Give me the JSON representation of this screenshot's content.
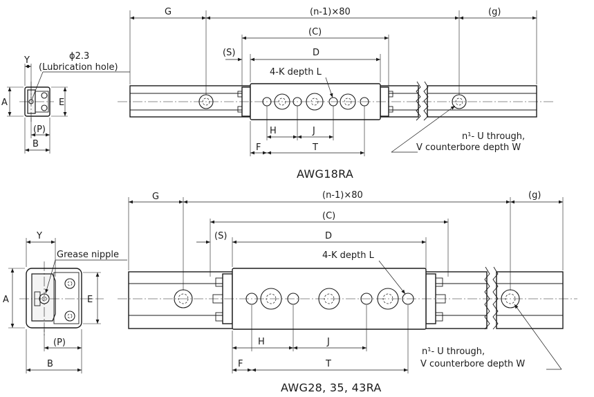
{
  "top_diagram": {
    "title": "AWG18RA",
    "labels": {
      "G": "G",
      "pitch": "(n-1)×80",
      "g": "(g)",
      "C": "(C)",
      "S": "(S)",
      "D": "D",
      "hole_dia": "ϕ2.3",
      "lube": "(Lubrication hole)",
      "tap": "4-K depth L",
      "Y": "Y",
      "A": "A",
      "E": "E",
      "P": "(P)",
      "B": "B",
      "H": "H",
      "J": "J",
      "F": "F",
      "T": "T",
      "cb1": "n¹- U through,",
      "cb2": "V counterbore depth W"
    }
  },
  "bottom_diagram": {
    "title": "AWG28, 35, 43RA",
    "labels": {
      "G": "G",
      "pitch": "(n-1)×80",
      "g": "(g)",
      "C": "(C)",
      "S": "(S)",
      "D": "D",
      "nipple": "Grease nipple",
      "tap": "4-K depth L",
      "Y": "Y",
      "A": "A",
      "E": "E",
      "P": "(P)",
      "B": "B",
      "H": "H",
      "J": "J",
      "F": "F",
      "T": "T",
      "cb1": "n¹- U through,",
      "cb2": "V counterbore depth W"
    }
  }
}
